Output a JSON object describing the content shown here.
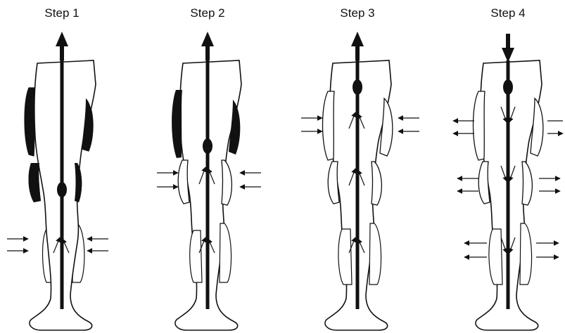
{
  "steps": [
    {
      "label": "Step 1"
    },
    {
      "label": "Step 2"
    },
    {
      "label": "Step 3"
    },
    {
      "label": "Step 4"
    }
  ],
  "colors": {
    "ink": "#111111",
    "paper": "#ffffff"
  }
}
